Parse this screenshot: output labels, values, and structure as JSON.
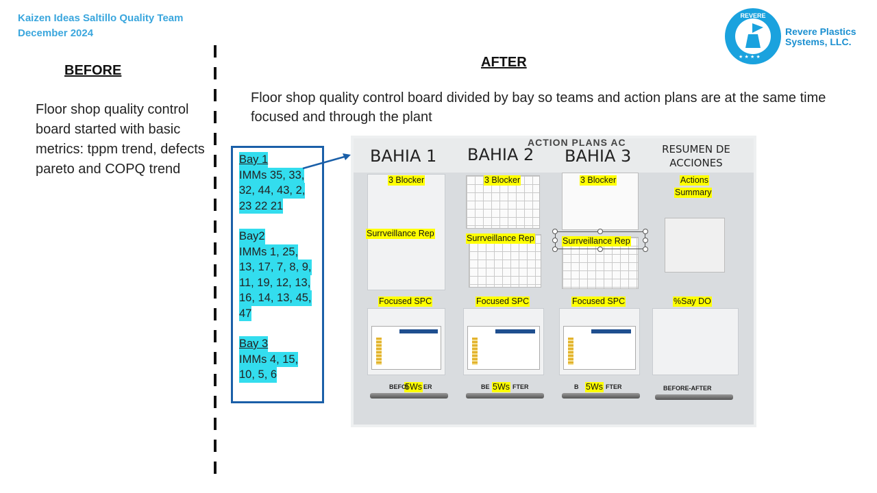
{
  "header": {
    "line1": "Kaizen Ideas Saltillo Quality Team",
    "line2": "December 2024"
  },
  "logo": {
    "text_line1": "Revere Plastics",
    "text_line2": "Systems, LLC.",
    "ring_text": "REVERE",
    "icon": "revere-seal-icon",
    "color": "#1aa2de"
  },
  "before": {
    "heading": "BEFORE",
    "text": "Floor shop quality control board started with  basic metrics: tppm trend, defects pareto and  COPQ trend"
  },
  "after": {
    "heading": "AFTER",
    "text": "Floor shop quality control board divided by bay so teams and action plans are at the same time focused and through the plant"
  },
  "bays": [
    {
      "title": "Bay 1",
      "lines": [
        "IMMs 35, 33,",
        "32, 44, 43, 2,",
        "23 22 21"
      ]
    },
    {
      "title": "Bay2",
      "lines": [
        "IMMs 1, 25,",
        "13, 17, 7, 8, 9,",
        "11, 19, 12, 13,",
        "16, 14, 13, 45,",
        "47"
      ]
    },
    {
      "title": "Bay 3",
      "lines": [
        "IMMs 4, 15,",
        "10, 5, 6"
      ]
    }
  ],
  "board": {
    "banner": "ACTION PLANS AC",
    "columns": [
      "BAHIA 1",
      "BAHIA 2",
      "BAHIA 3"
    ],
    "summary_title_1": "RESUMEN DE",
    "summary_title_2": "ACCIONES",
    "tags": {
      "blocker": "3 Blocker",
      "surveillance": "Surrveillance Rep",
      "spc": "Focused SPC",
      "fivews": "5Ws",
      "actions_summary_1": "Actions",
      "actions_summary_2": "Summary",
      "say_do": "%Say DO"
    },
    "bottom_labels": [
      "BEFOI",
      "BE",
      "B",
      "BEFORE-AFTER"
    ],
    "bottom_suffixes": [
      "ER",
      "FTER",
      "FTER"
    ]
  },
  "colors": {
    "accent": "#3aa6dd",
    "bay_highlight": "#33ddee",
    "bay_border": "#1a5fa8",
    "tag_highlight": "#ffff00"
  }
}
